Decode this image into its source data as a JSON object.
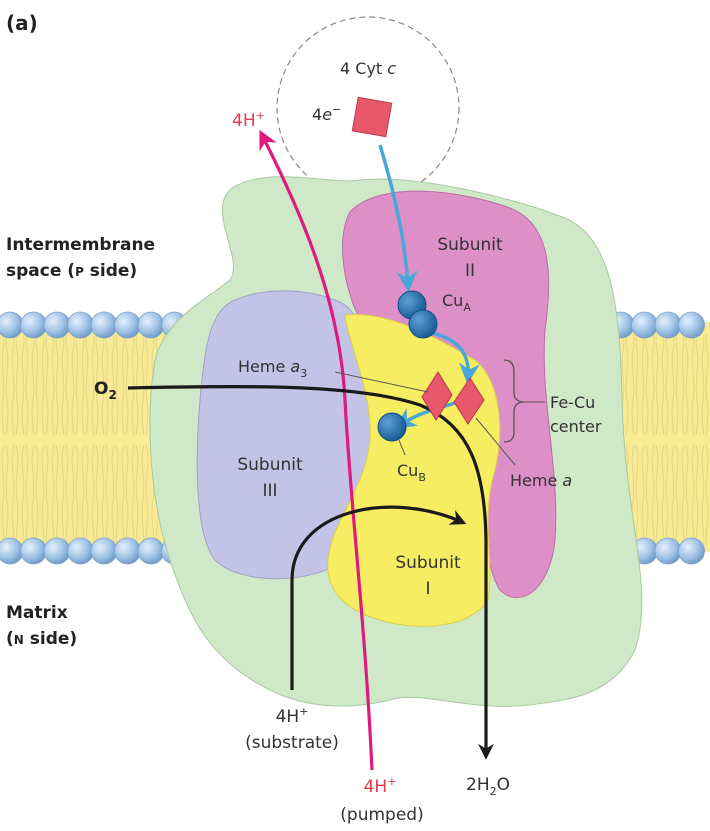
{
  "panel_label": "(a)",
  "regions": {
    "p_side_line1": "Intermembrane",
    "p_side_line2_a": "space (",
    "p_side_line2_sc": "P",
    "p_side_line2_b": " side)",
    "n_side_line1": "Matrix",
    "n_side_line2_a": "(",
    "n_side_line2_sc": "N",
    "n_side_line2_b": " side)"
  },
  "cytc": {
    "label_num": "4 Cyt ",
    "label_italic": "c",
    "electrons_num": "4",
    "electrons_e": "e",
    "electrons_sup": "−"
  },
  "subunits": {
    "s2_line1": "Subunit",
    "s2_line2": "II",
    "s3_line1": "Subunit",
    "s3_line2": "III",
    "s1_line1": "Subunit",
    "s1_line2": "I"
  },
  "cofactors": {
    "cua_main": "Cu",
    "cua_sub": "A",
    "cub_main": "Cu",
    "cub_sub": "B",
    "heme_a3_main": "Heme ",
    "heme_a3_italic": "a",
    "heme_a3_sub": "3",
    "heme_a_main": "Heme ",
    "heme_a_italic": "a",
    "fecu_line1": "Fe-Cu",
    "fecu_line2": "center"
  },
  "protons": {
    "top_num": "4H",
    "top_sup": "+",
    "substrate_num": "4H",
    "substrate_sup": "+",
    "substrate_label": "(substrate)",
    "pumped_num": "4H",
    "pumped_sup": "+",
    "pumped_label": "(pumped)"
  },
  "oxygen": {
    "main": "O",
    "sub": "2"
  },
  "water": {
    "a": "2H",
    "sub": "2",
    "b": "O"
  },
  "colors": {
    "membrane": "#f8eb94",
    "head_group": "#8fb5df",
    "complex_outer": "#cfe8c8",
    "subunit_ii": "#dd8fc7",
    "subunit_iii": "#c2c3e6",
    "subunit_i": "#f7ed62",
    "copper": "#1f6aa8",
    "heme": "#e8576a",
    "electron_path": "#4aa6d8",
    "proton_path": "#e0197d",
    "substrate_path": "#1a1a1a",
    "red_text": "#e33a4d"
  }
}
